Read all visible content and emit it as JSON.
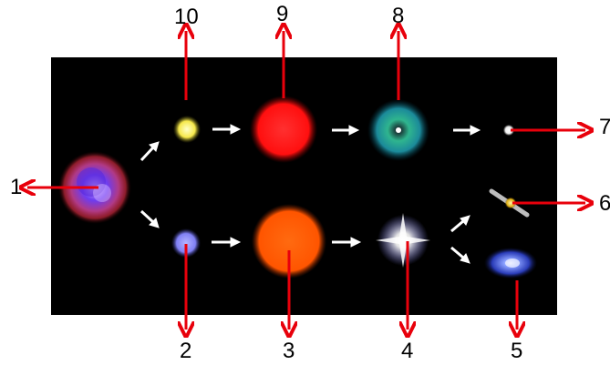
{
  "labels": {
    "l1": "1",
    "l2": "2",
    "l3": "3",
    "l4": "4",
    "l5": "5",
    "l6": "6",
    "l7": "7",
    "l8": "8",
    "l9": "9",
    "l10": "10"
  },
  "colors": {
    "pointer": "#e8000b",
    "flow_arrow": "#ffffff",
    "background": "#000000",
    "nebula": "#7a3cff",
    "yellow_star": "#fff06a",
    "red_giant": "#ff1a1a",
    "planetary_nebula": "#1fa386",
    "white_dwarf": "#ffffff",
    "blue_star": "#8c8cff",
    "red_supergiant": "#ff5a00",
    "supernova": "#ffffff",
    "neutron_star": "#f2c21a",
    "black_hole_galaxy": "#3650c8"
  }
}
